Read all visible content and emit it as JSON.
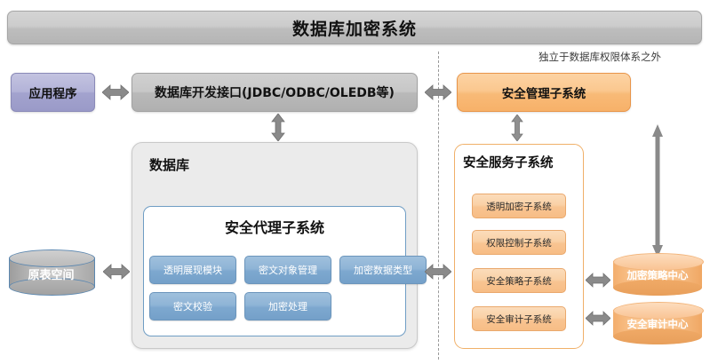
{
  "diagram": {
    "title": "数据库加密系统",
    "note": "独立于数据库权限体系之外",
    "left_column": {
      "application": "应用程序",
      "interface": "数据库开发接口(JDBC/ODBC/OLEDB等)",
      "tablespace": "原表空间"
    },
    "database": {
      "label": "数据库",
      "agent_subsystem": {
        "label": "安全代理子系统",
        "modules": [
          "透明展现模块",
          "密文对象管理",
          "加密数据类型",
          "密文校验",
          "加密处理"
        ]
      }
    },
    "right_column": {
      "security_management": "安全管理子系统",
      "security_service": {
        "label": "安全服务子系统",
        "items": [
          "透明加密子系统",
          "权限控制子系统",
          "安全策略子系统",
          "安全审计子系统"
        ]
      },
      "centers": [
        "加密策略中心",
        "安全审计中心"
      ]
    },
    "colors": {
      "title_bar": "#c7c7c7",
      "application": "#b3b3d8",
      "interface": "#c3c3c3",
      "module_blue": "#8fb4d6",
      "orange": "#f8ba77",
      "orange_light": "#fad1a6",
      "arrow_gray": "#808080",
      "divider": "#9a9a9a"
    }
  }
}
